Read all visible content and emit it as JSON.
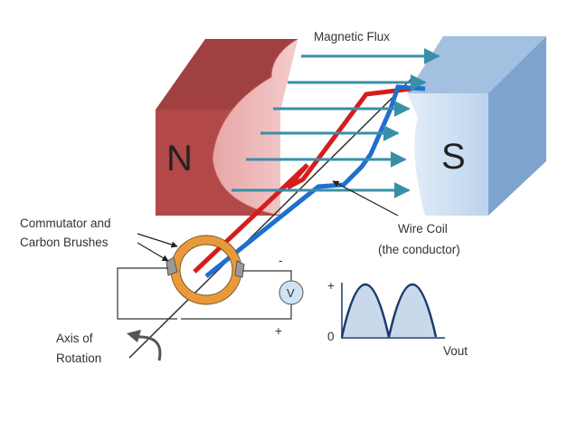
{
  "labels": {
    "magnetic_flux": "Magnetic Flux",
    "north_pole": "N",
    "south_pole": "S",
    "wire_coil_line1": "Wire Coil",
    "wire_coil_line2": "(the conductor)",
    "commutator_line1": "Commutator and",
    "commutator_line2": "Carbon Brushes",
    "axis_line1": "Axis of",
    "axis_line2": "Rotation",
    "voltmeter": "V",
    "plus_circuit": "+",
    "minus_circuit": "-",
    "graph_plus": "+",
    "graph_zero": "0",
    "graph_vout": "Vout"
  },
  "colors": {
    "north_front": "#b24848",
    "north_top": "#a04040",
    "north_face": "#e8a6a6",
    "south_front": "#c8dcf0",
    "south_top": "#a4c0e0",
    "south_side": "#7fa3cf",
    "flux_arrow": "#3a8fa8",
    "coil_red": "#d41e1e",
    "coil_blue": "#1f6fd0",
    "commutator": "#e89a3a",
    "graph_fill": "#c9d9ec",
    "graph_line": "#1a3a6a"
  },
  "graph": {
    "description_values": [
      0,
      1,
      0,
      1,
      0
    ]
  }
}
